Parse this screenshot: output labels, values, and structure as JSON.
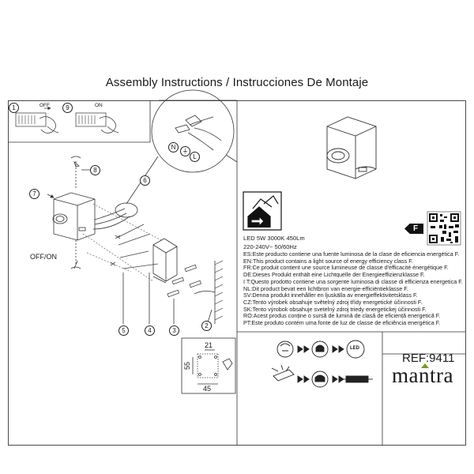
{
  "title": "Assembly Instructions / Instrucciones De Montaje",
  "steps": {
    "s1": "1",
    "s2": "2",
    "s3": "3",
    "s4": "4",
    "s5": "5",
    "s6": "6",
    "s7": "7",
    "s8": "8",
    "s9": "9"
  },
  "switch": {
    "off": "OFF",
    "on": "ON",
    "off_on": "OFF/ON"
  },
  "wiring": {
    "n": "N",
    "earth": "⏚",
    "l": "L"
  },
  "energy_class": "F",
  "specs": {
    "line1": "LED 5W 3000K 450Lm",
    "line2": "220-240V~  50/60Hz",
    "lines": [
      "ES:Este producto contiene una fuente luminosa de la clase de eficiencia energética F.",
      "EN:This product contains a light source of energy efficiency class F.",
      "FR:Ce produit contient une source lumineuse de classe d'efficacité énergétique F.",
      "DE:Dieses Produkt enthält eine Lichtquelle der Energieeffizienzklasse F.",
      "I T:Questo prodotto contiene una sorgente luminosa di classe di efficienza energetica F.",
      "NL:Dit product bevat een lichtbron van energie-efficiëntieklasse F.",
      "SV:Denna produkt innehåller en ljuskälla av energieffektivitetsklass F.",
      "CZ:Tento výrobek obsahuje světelný zdroj třídy energetické účinnosti F.",
      "SK:Tento výrobok obsahuje svetelný zdroj triedy energetickej účinnosti F.",
      "RO:Acest produs conține o sursă de lumină de clasă de eficiență energetică F.",
      "PT:Este produto contém uma fonte de luz de classe de eficiência energética F."
    ]
  },
  "led_badge": "LED",
  "dimensions": {
    "w_top": "21",
    "h": "55",
    "w_bottom": "45"
  },
  "ref": "REF:9411",
  "brand": "mantra"
}
